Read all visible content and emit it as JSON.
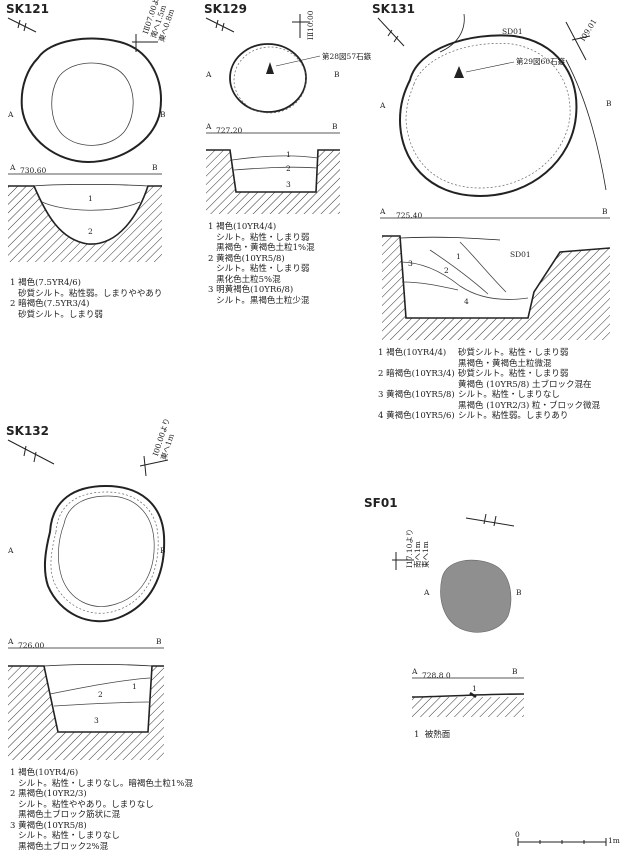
{
  "features": {
    "sk121": {
      "label": "SK121",
      "grid_note": [
        "ⅠⅡ07.00より",
        "南へ1.5m",
        "東へ0.8m"
      ],
      "elev": "730.60",
      "pt_a": "A",
      "pt_b": "B",
      "layer_nums": [
        "1",
        "2"
      ],
      "legend": [
        "1 褐色(7.5YR4/6)",
        "   砂質シルト。粘性弱。しまりややあり",
        "2 暗褐色(7.5YR3/4)",
        "   砂質シルト。しまり弱"
      ]
    },
    "sk129": {
      "label": "SK129",
      "grid_note": "ⅠⅡ10.00",
      "stone": "第28図57石鏃",
      "elev": "727.20",
      "pt_a": "A",
      "pt_b": "B",
      "layer_nums": [
        "1",
        "2",
        "3"
      ],
      "legend": [
        "1 褐色(10YR4/4)",
        "   シルト。粘性・しまり弱",
        "   黒褐色・黄褐色土粒1%混",
        "2 黄褐色(10YR5/8)",
        "   シルト。粘性・しまり弱",
        "   黒化色土粒5%混",
        "3 明黄褐色(10YR6/8)",
        "   シルト。黒褐色土粒少混"
      ]
    },
    "sk131": {
      "label": "SK131",
      "sd_label": "SD01",
      "grid_note": "Ⅰ09.01",
      "stone": "第29図60石鏃",
      "elev": "725.40",
      "pt_a": "A",
      "pt_b": "B",
      "layer_nums": [
        "1",
        "2",
        "3",
        "4"
      ],
      "section_sd": "SD01",
      "legend_left": [
        "1 褐色(10YR4/4)",
        "",
        "2 暗褐色(10YR3/4)",
        "",
        "3 黄褐色(10YR5/8)",
        "",
        "4 黄褐色(10YR5/6)"
      ],
      "legend_right": [
        "砂質シルト。粘性・しまり弱",
        "黒褐色・黄褐色土粒微混",
        "砂質シルト。粘性・しまり弱",
        "黄褐色 (10YR5/8) 土ブロック混在",
        "シルト。粘性・しまりなし",
        "黒褐色 (10YR2/3) 粒・ブロック微混",
        "シルト。粘性弱。しまりあり"
      ]
    },
    "sk132": {
      "label": "SK132",
      "grid_note": [
        "Ⅰ00.00より",
        "東へ1m"
      ],
      "elev": "726.00",
      "pt_a": "A",
      "pt_b": "B",
      "layer_nums": [
        "1",
        "2",
        "3"
      ],
      "legend": [
        "1 褐色(10YR4/6)",
        "   シルト。粘性・しまりなし。暗褐色土粒1%混",
        "2 黒褐色(10YR2/3)",
        "   シルト。粘性ややあり。しまりなし",
        "   黒褐色土ブロック筋状に混",
        "3 黄褐色(10YR5/8)",
        "   シルト。粘性・しまりなし",
        "   黒褐色土ブロック2%混"
      ]
    },
    "sf01": {
      "label": "SF01",
      "grid_note": [
        "Ⅰ17.10より",
        "南へ1m",
        "東へ1m"
      ],
      "elev": "728.8 0",
      "pt_a": "A",
      "pt_b": "B",
      "layer_nums": [
        "1"
      ],
      "legend": [
        "1  被熱面"
      ]
    }
  },
  "scale": {
    "zero": "0",
    "end": "1m"
  }
}
